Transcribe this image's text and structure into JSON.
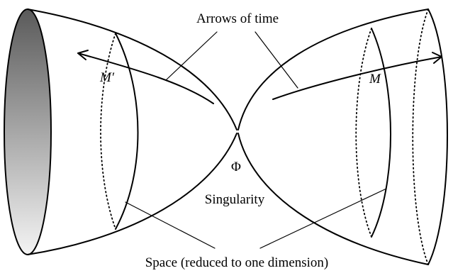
{
  "labels": {
    "arrows_of_time": "Arrows of time",
    "m_prime": "M′",
    "m": "M",
    "phi": "Φ",
    "singularity": "Singularity",
    "space": "Space (reduced to one dimension)"
  },
  "colors": {
    "stroke": "#000000",
    "opening_gradient_top": "#5a5a5a",
    "opening_gradient_bottom": "#f2f2f2",
    "background": "#ffffff"
  }
}
